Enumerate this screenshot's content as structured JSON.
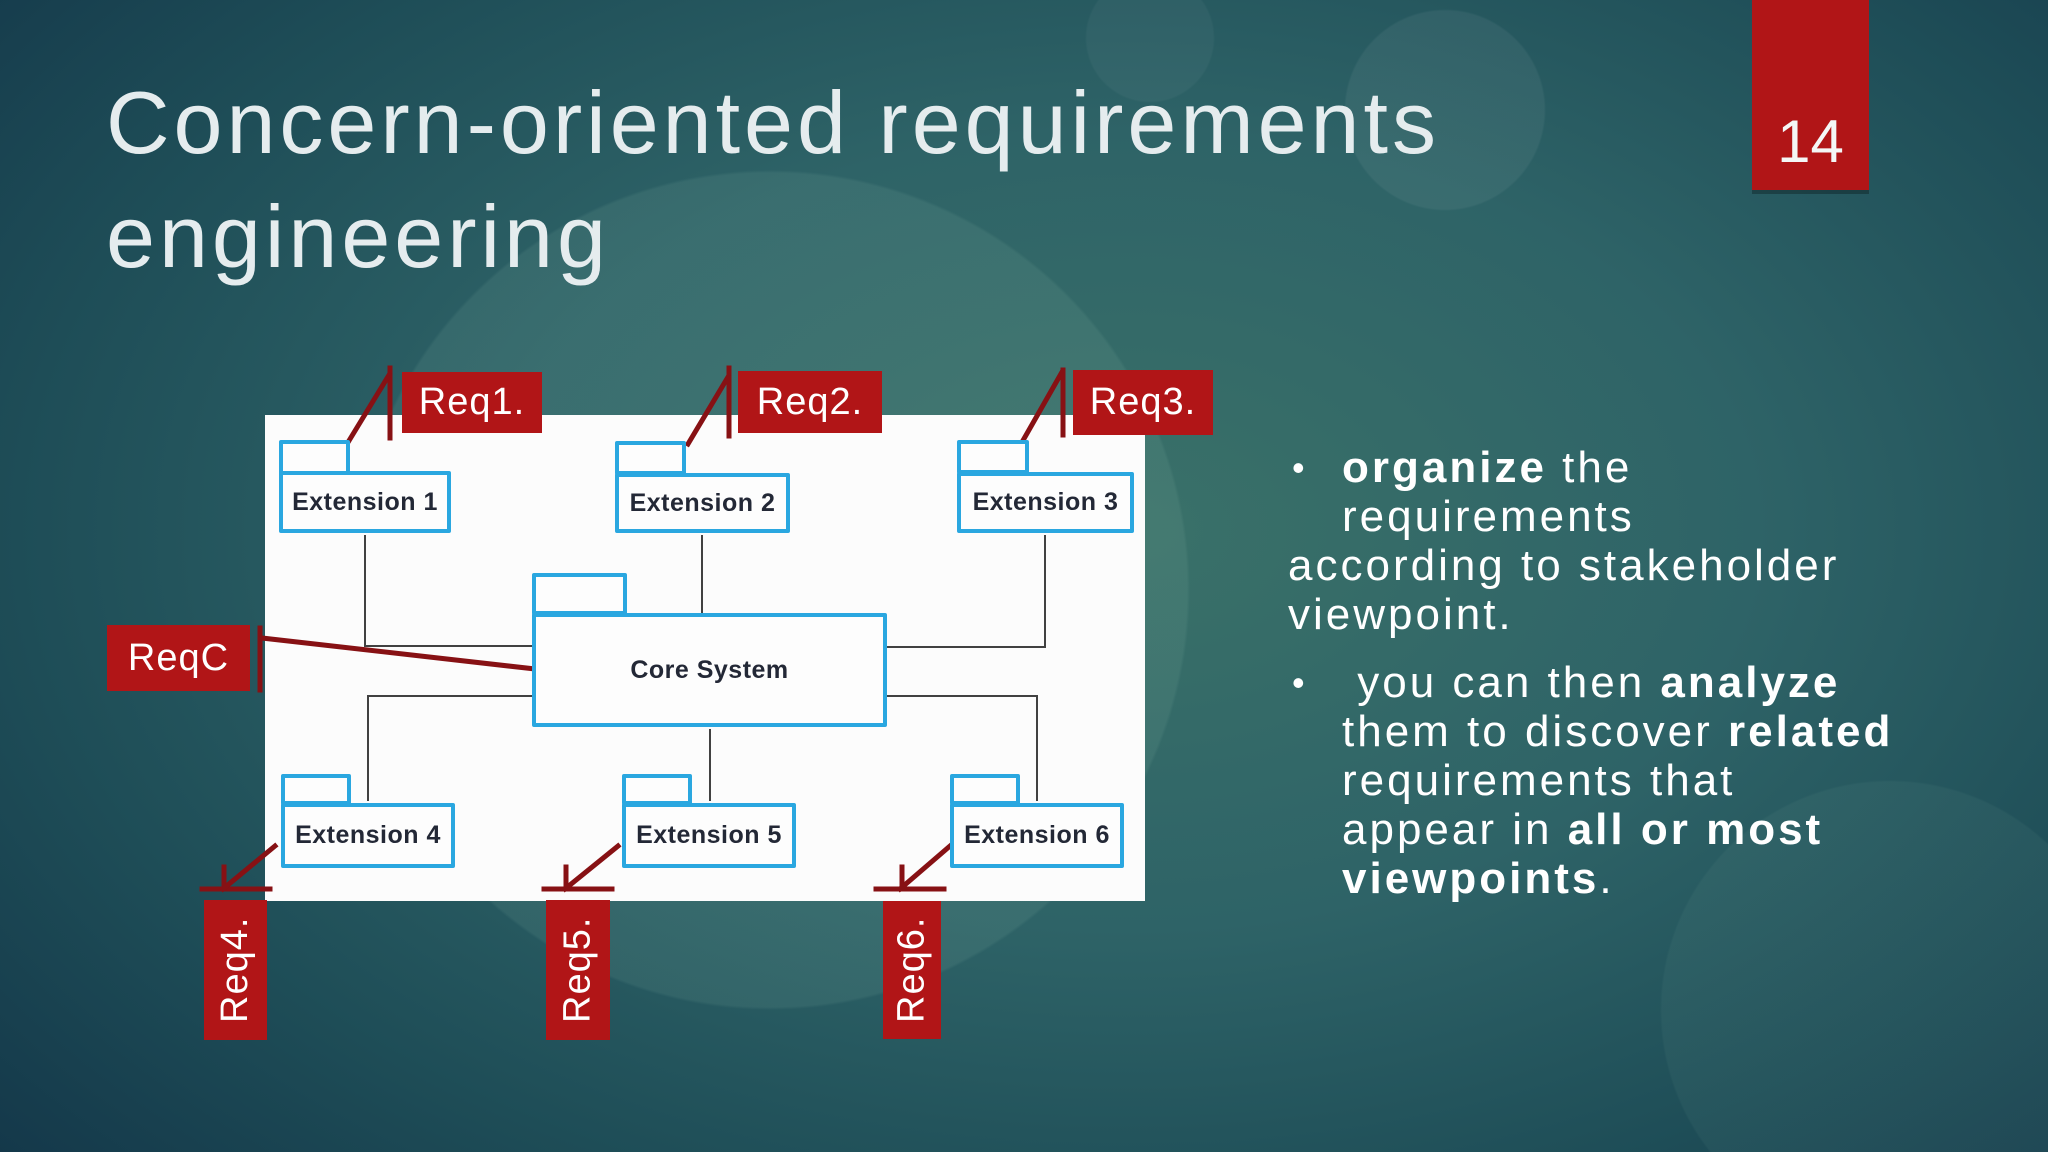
{
  "slide": {
    "title_lines": [
      "Concern-oriented requirements",
      "engineering"
    ],
    "page_number": "14"
  },
  "colors": {
    "background_teal": "#3a7169",
    "background_dark": "#14384a",
    "accent_red": "#b11517",
    "callout_maroon": "#871114",
    "package_border_cyan": "#2aa7e0",
    "connector_gray": "#414141",
    "panel_white": "#fdfdfd",
    "text_white": "#ffffff"
  },
  "diagram": {
    "nodes": {
      "ext1": {
        "label": "Extension 1"
      },
      "ext2": {
        "label": "Extension 2"
      },
      "ext3": {
        "label": "Extension 3"
      },
      "core": {
        "label": "Core System"
      },
      "ext4": {
        "label": "Extension 4"
      },
      "ext5": {
        "label": "Extension 5"
      },
      "ext6": {
        "label": "Extension 6"
      }
    },
    "req_labels": {
      "req1": {
        "label": "Req1."
      },
      "req2": {
        "label": "Req2."
      },
      "req3": {
        "label": "Req3."
      },
      "reqc": {
        "label": "ReqC"
      },
      "req4": {
        "label": "Req4."
      },
      "req5": {
        "label": "Req5."
      },
      "req6": {
        "label": "Req6."
      }
    }
  },
  "bullets": {
    "lines": [
      {
        "indent": 54,
        "bullet": true,
        "segments": [
          {
            "t": "organize",
            "b": true
          },
          {
            "t": " the",
            "b": false
          }
        ]
      },
      {
        "indent": 54,
        "bullet": false,
        "segments": [
          {
            "t": "requirements",
            "b": false
          }
        ]
      },
      {
        "indent": 0,
        "bullet": false,
        "segments": [
          {
            "t": "according to stakeholder",
            "b": false
          }
        ]
      },
      {
        "indent": 0,
        "bullet": false,
        "segments": [
          {
            "t": "viewpoint.",
            "b": false
          }
        ]
      },
      {
        "indent": 54,
        "bullet": true,
        "gap": true,
        "segments": [
          {
            "t": " you can then ",
            "b": false
          },
          {
            "t": "analyze",
            "b": true
          }
        ]
      },
      {
        "indent": 54,
        "bullet": false,
        "segments": [
          {
            "t": "them to discover ",
            "b": false
          },
          {
            "t": "related",
            "b": true
          }
        ]
      },
      {
        "indent": 54,
        "bullet": false,
        "segments": [
          {
            "t": "requirements that",
            "b": false
          }
        ]
      },
      {
        "indent": 54,
        "bullet": false,
        "segments": [
          {
            "t": "appear in ",
            "b": false
          },
          {
            "t": "all or most",
            "b": true
          }
        ]
      },
      {
        "indent": 54,
        "bullet": false,
        "segments": [
          {
            "t": "viewpoints",
            "b": true
          },
          {
            "t": ".",
            "b": false
          }
        ]
      }
    ]
  }
}
